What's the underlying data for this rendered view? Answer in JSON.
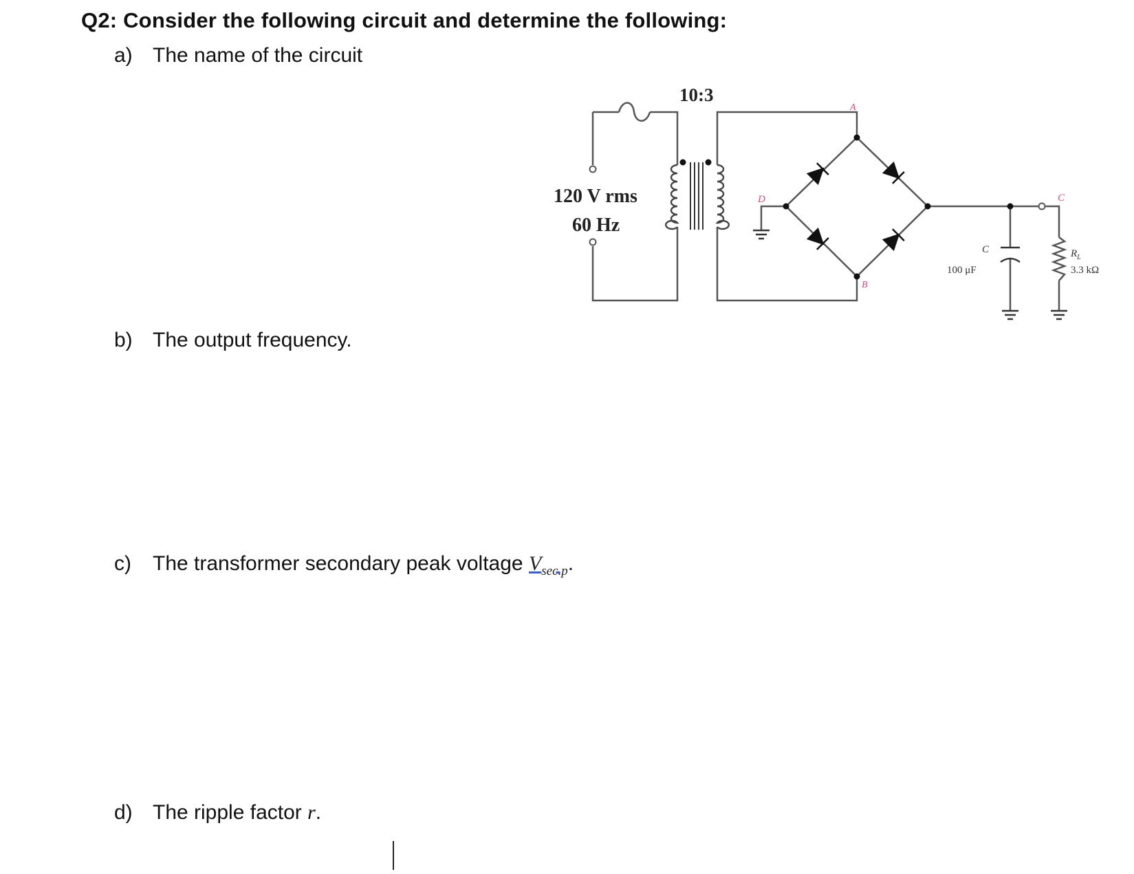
{
  "title": "Q2: Consider the following circuit and determine the following:",
  "questions": {
    "a": {
      "label": "a)",
      "text": "The name of the circuit"
    },
    "b": {
      "label": "b)",
      "text": "The output frequency."
    },
    "c": {
      "label": "c)",
      "text": "The transformer secondary peak voltage ",
      "var": "V",
      "sub": "sec.p",
      "end": "."
    },
    "d": {
      "label": "d)",
      "text": "The ripple factor ",
      "var": "r",
      "end": "."
    }
  },
  "circuit": {
    "ratio": "10:3",
    "source_voltage": "120 V rms",
    "source_freq": "60 Hz",
    "node_a": "A",
    "node_b": "B",
    "node_c": "C",
    "node_d": "D",
    "cap_label": "C",
    "cap_value": "100 μF",
    "load_label": "R",
    "load_sub": "L",
    "load_value": "3.3 kΩ",
    "node_label_color": "#d04a7a"
  }
}
